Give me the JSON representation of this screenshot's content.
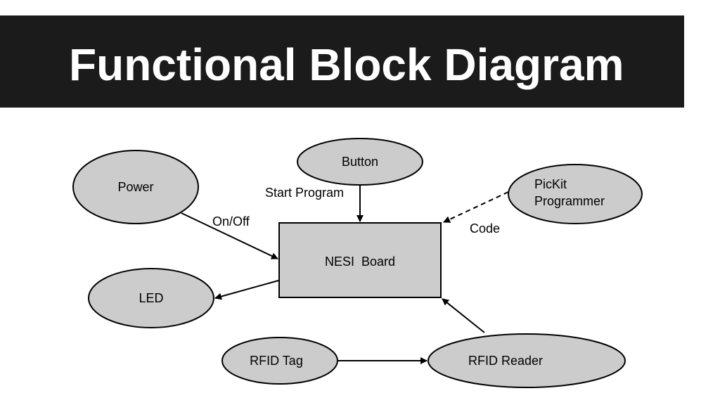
{
  "title": "Functional Block Diagram",
  "colors": {
    "title_bar": "#1b1b1b",
    "title_text": "#ffffff",
    "node_fill": "#cccccc",
    "line": "#000000"
  },
  "nodes": {
    "power": "Power",
    "button": "Button",
    "pickit_line1": "PicKit",
    "pickit_line2": "Programmer",
    "nesi_board": "NESI  Board",
    "led": "LED",
    "rfid_tag": "RFID Tag",
    "rfid_reader": "RFID Reader"
  },
  "edges": {
    "power_to_board": "On/Off",
    "button_to_board": "Start Program",
    "pickit_to_board": "Code"
  }
}
